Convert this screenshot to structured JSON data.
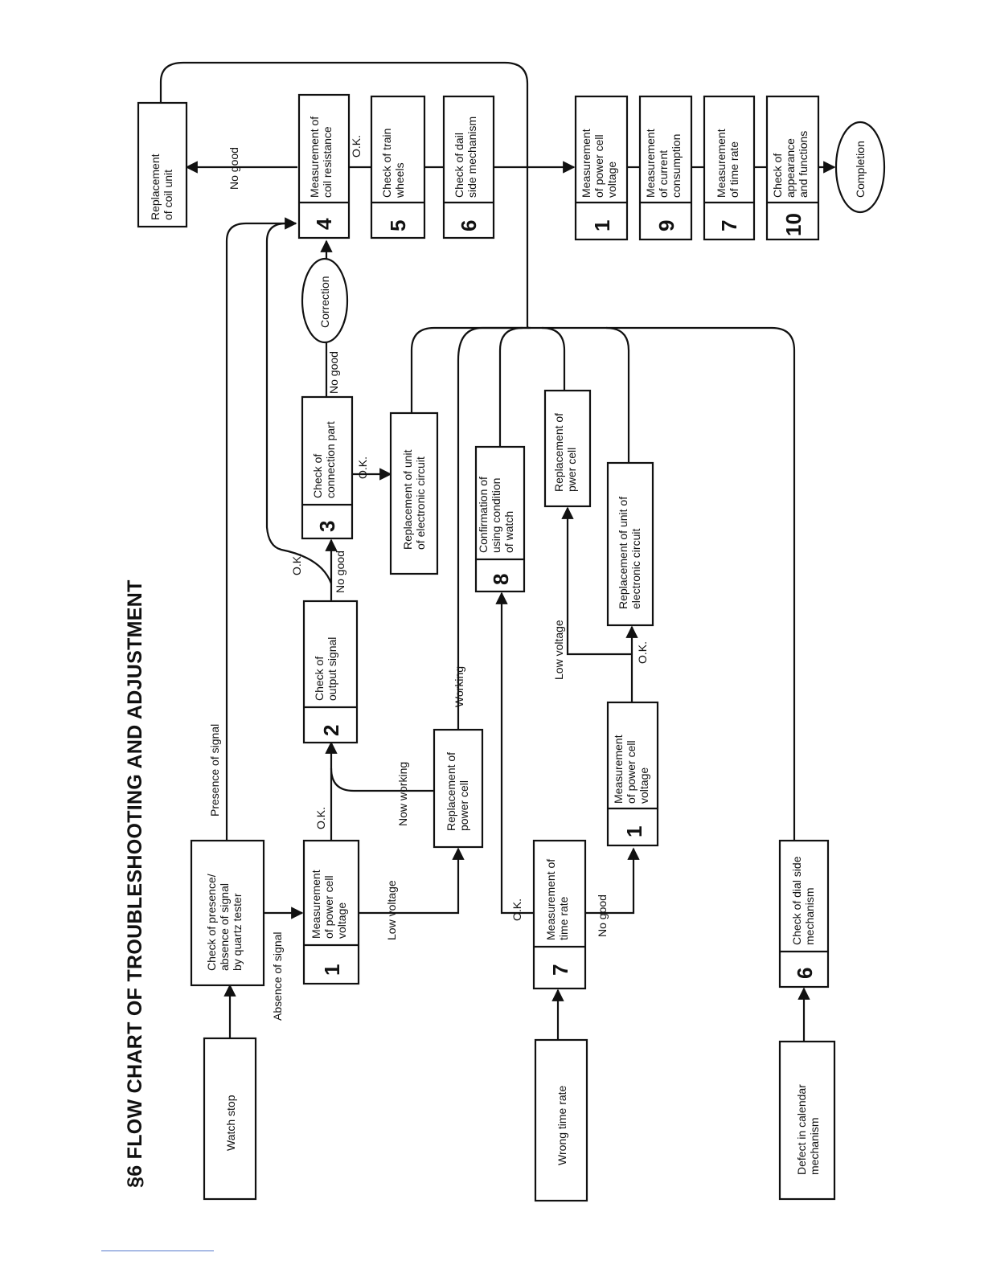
{
  "title": "§6  FLOW CHART OF TROUBLESHOOTING AND ADJUSTMENT",
  "nodes": {
    "watch_stop": {
      "text": [
        "Watch stop"
      ]
    },
    "wrong_time_rate": {
      "text": [
        "Wrong time rate"
      ]
    },
    "defect_calendar": {
      "text": [
        "Defect in calendar",
        "mechanism"
      ]
    },
    "check_signal": {
      "text": [
        "Check of presence/",
        "absence of signal",
        "by quartz tester"
      ]
    },
    "meas_voltage_a": {
      "num": "1",
      "text": [
        "Measurement",
        "of power cell",
        "voltage"
      ]
    },
    "replace_cell_a": {
      "text": [
        "Replacement of",
        "power cell"
      ]
    },
    "check_output": {
      "num": "2",
      "text": [
        "Check of",
        "output signal"
      ]
    },
    "check_connection": {
      "num": "3",
      "text": [
        "Check of",
        "connection part"
      ]
    },
    "correction": {
      "text": [
        "Correction"
      ]
    },
    "meas_coil": {
      "num": "4",
      "text": [
        "Measurement of",
        "coil resistance"
      ]
    },
    "replace_coil": {
      "text": [
        "Replacement",
        "of coil unit"
      ]
    },
    "check_train": {
      "num": "5",
      "text": [
        "Check of train",
        "wheels"
      ]
    },
    "check_dial_upper": {
      "num": "6",
      "text": [
        "Check of dail",
        "side mechanism"
      ]
    },
    "replace_circuit_a": {
      "text": [
        "Replacement of unit",
        "of electronic circuit"
      ]
    },
    "meas_time_rate": {
      "num": "7",
      "text": [
        "Measurement of",
        "time rate"
      ]
    },
    "confirm_using": {
      "num": "8",
      "text": [
        "Confirmation of",
        "using condition",
        "of watch"
      ]
    },
    "meas_voltage_b": {
      "num": "1",
      "text": [
        "Measurement",
        "of power cell",
        "voltage"
      ]
    },
    "replace_circuit_b": {
      "text": [
        "Replacement of unit of",
        "electronic circuit"
      ]
    },
    "replace_cell_b": {
      "text": [
        "Replacement of",
        "pwer cell"
      ]
    },
    "check_dial_lower": {
      "num": "6",
      "text": [
        "Check of dial side",
        "mechanism"
      ]
    },
    "final_voltage": {
      "num": "1",
      "text": [
        "Measurement",
        "of power cell",
        "voltage"
      ]
    },
    "final_current": {
      "num": "9",
      "text": [
        "Measurement",
        "of current",
        "consumption"
      ]
    },
    "final_time_rate": {
      "num": "7",
      "text": [
        "Measurement",
        "of time rate"
      ]
    },
    "final_appearance": {
      "num": "10",
      "text": [
        "Check of",
        "appearance",
        "and functions"
      ]
    },
    "completion": {
      "text": [
        "Completion"
      ]
    }
  },
  "labels": {
    "presence_of_signal": "Presence of signal",
    "absence_of_signal": "Absence of signal",
    "low_voltage_a": "Low voltage",
    "ok_voltage_a": "O.K.",
    "now_working": "Now working",
    "working": "Working",
    "ok_output": "O.K.",
    "no_good_output": "No good",
    "ok_connection": "O.K.",
    "no_good_connection": "No good",
    "no_good_coil": "No good",
    "ok_coil": "O.K.",
    "ok_time_rate": "O.K.",
    "no_good_time_rate": "No good",
    "low_voltage_b": "Low voltage",
    "ok_voltage_b": "O.K."
  }
}
